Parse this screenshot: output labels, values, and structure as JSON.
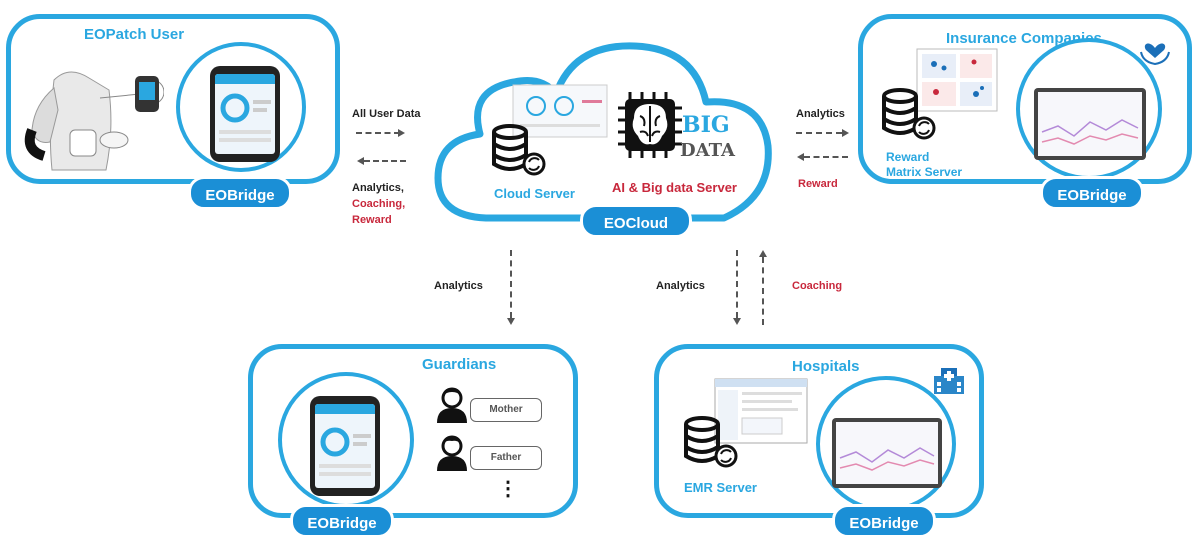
{
  "eopatch_user": {
    "title": "EOPatch User",
    "bridge": "EOBridge"
  },
  "insurance": {
    "title": "Insurance Companies",
    "server": "Reward Matrix Server",
    "bridge": "EOBridge"
  },
  "cloud": {
    "cloud_server": "Cloud Server",
    "ai_server": "AI & Big data Server",
    "big_label": "BIG",
    "data_label": "DATA",
    "name": "EOCloud"
  },
  "guardians": {
    "title": "Guardians",
    "members": [
      "Mother",
      "Father"
    ],
    "more": "⋮",
    "bridge": "EOBridge"
  },
  "hospitals": {
    "title": "Hospitals",
    "server": "EMR Server",
    "bridge": "EOBridge"
  },
  "flows": {
    "user_to_cloud": "All User Data",
    "cloud_to_user_1": "Analytics,",
    "cloud_to_user_2": "Coaching,",
    "cloud_to_user_3": "Reward",
    "insurance_in": "Analytics",
    "insurance_out": "Reward",
    "guardians_in": "Analytics",
    "hospitals_in": "Analytics",
    "hospitals_out": "Coaching"
  },
  "colors": {
    "accent": "#2aa7e0",
    "pill": "#1b8fd6",
    "warn": "#c8283c"
  }
}
